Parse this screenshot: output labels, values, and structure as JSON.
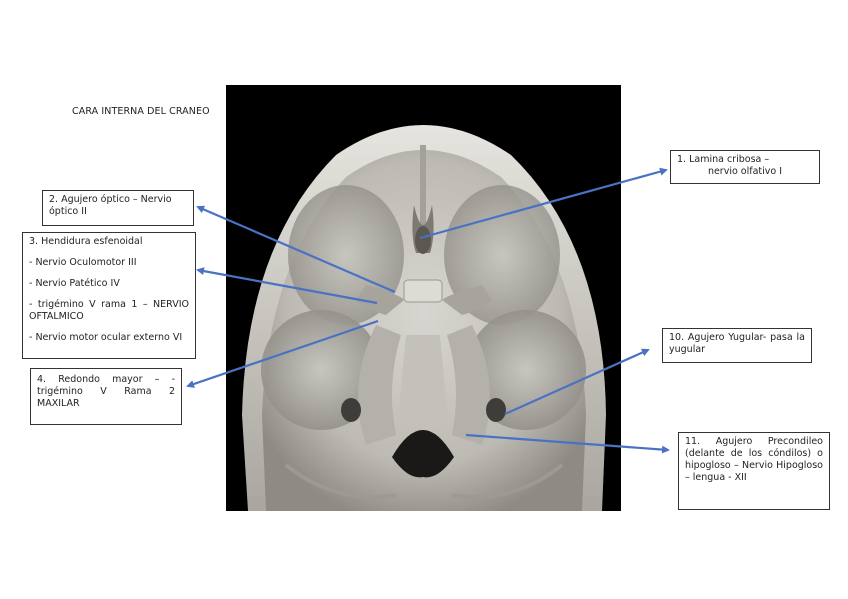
{
  "title": "CARA INTERNA DEL CRANEO",
  "colors": {
    "arrow": "#4a72c4",
    "bone": "#c9c7c1",
    "background": "#000000"
  },
  "labels": {
    "l1": {
      "lines": [
        "1. Lamina cribosa –",
        "nervio olfativo I"
      ]
    },
    "l2": {
      "lines": [
        "2. Agujero óptico – Nervio",
        "óptico II"
      ]
    },
    "l3": {
      "lines": [
        "3. Hendidura esfenoidal",
        "- Nervio Oculomotor III",
        "- Nervio Patético IV",
        "- trigémino V rama 1 – NERVIO OFTALMICO",
        "- Nervio motor ocular externo VI"
      ]
    },
    "l4": {
      "lines": [
        "4. Redondo mayor – - trigémino V Rama 2 MAXILAR"
      ]
    },
    "l10": {
      "lines": [
        "10. Agujero Yugular- pasa la yugular"
      ]
    },
    "l11": {
      "lines": [
        "11. Agujero Precondileo (delante de los cóndilos) o hipogloso – Nervio Hipogloso – lengua - XII"
      ]
    }
  }
}
